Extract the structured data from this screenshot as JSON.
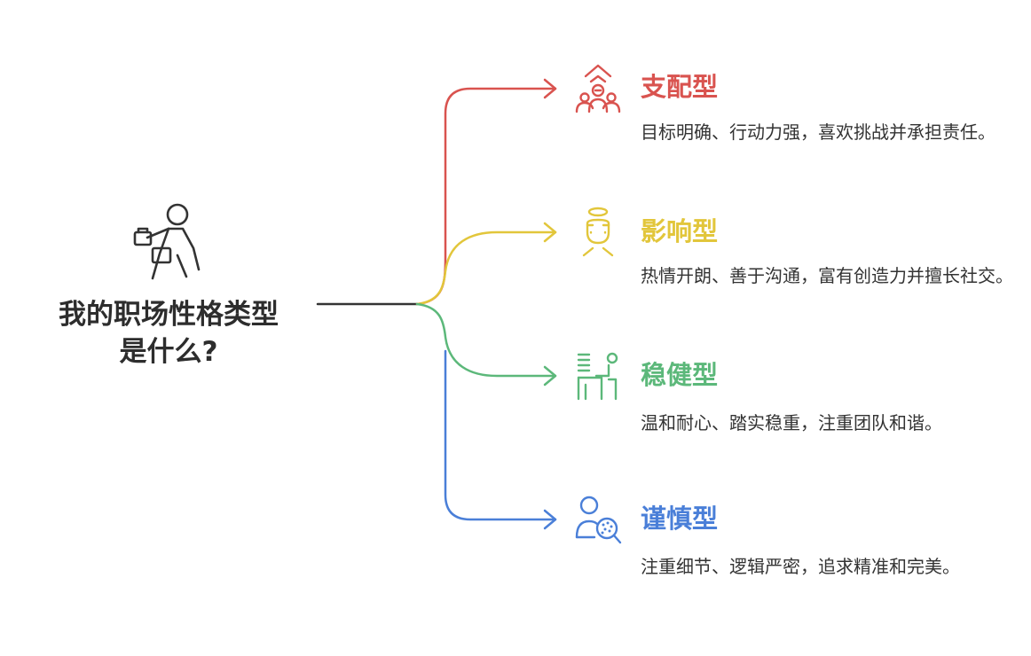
{
  "diagram": {
    "center": {
      "title_line1": "我的职场性格类型",
      "title_line2": "是什么?",
      "icon": "walking-person-briefcase-icon"
    },
    "branches": [
      {
        "title": "支配型",
        "description": "目标明确、行动力强，喜欢挑战并承担责任。",
        "icon": "leader-group-up-arrow-icon",
        "color": "#d9534f"
      },
      {
        "title": "影响型",
        "description": "热情开朗、善于沟通，富有创造力并擅长社交。",
        "icon": "halo-person-icon",
        "color": "#e2c63b"
      },
      {
        "title": "稳健型",
        "description": "温和耐心、踏实稳重，注重团队和谐。",
        "icon": "person-at-desk-icon",
        "color": "#5cb87a"
      },
      {
        "title": "谨慎型",
        "description": "注重细节、逻辑严密，追求精准和完美。",
        "icon": "person-magnifier-icon",
        "color": "#4a7fd8"
      }
    ],
    "colors": {
      "center_line": "#333333",
      "text": "#333333",
      "title_text": "#2d2d2d"
    }
  }
}
